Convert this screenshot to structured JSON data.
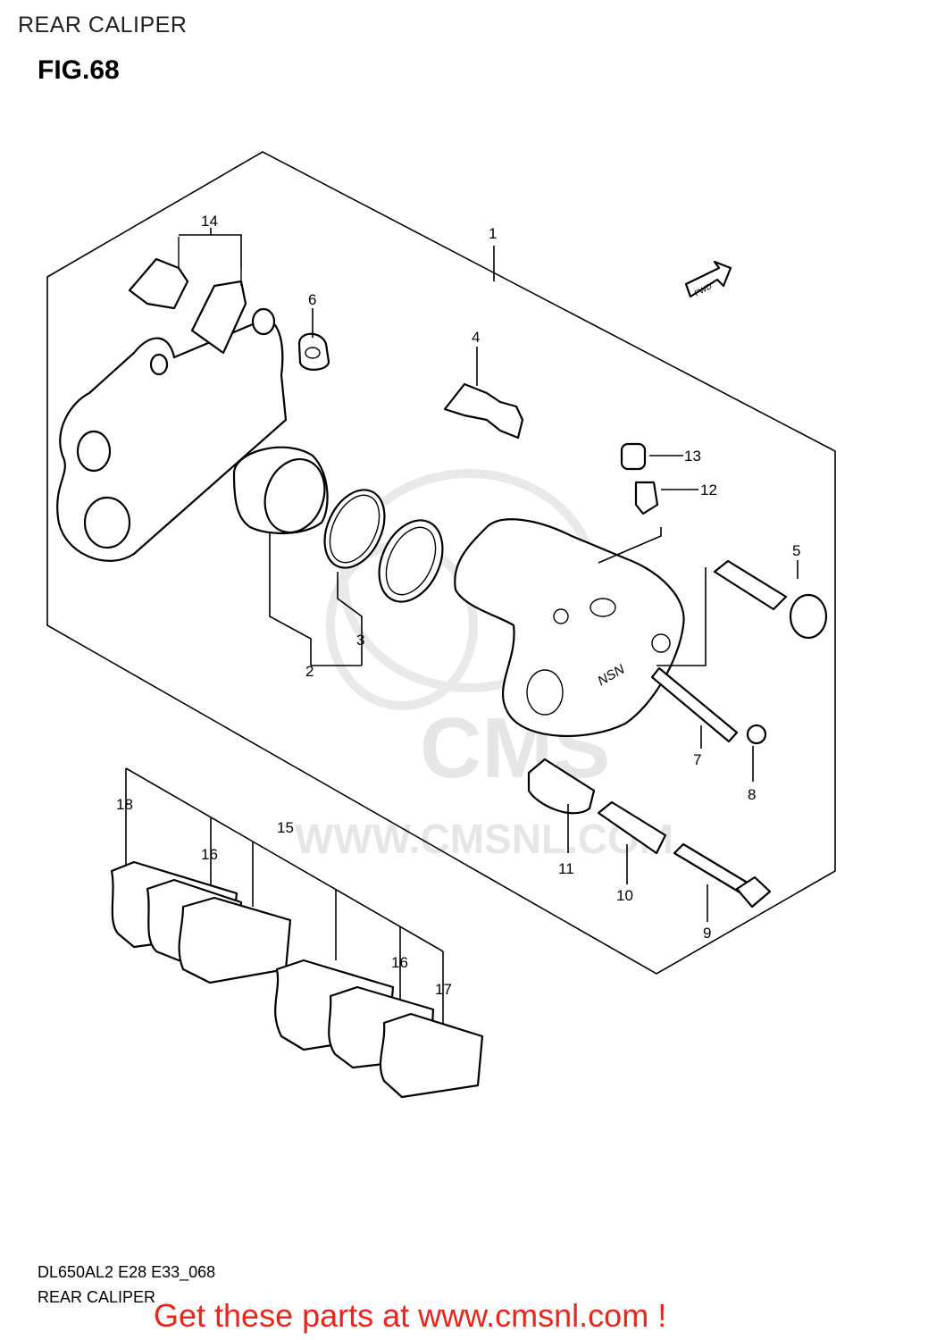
{
  "page_title": "REAR CALIPER",
  "figure": "FIG.68",
  "direction_badge": "FWD",
  "caliper_brand": "NSN",
  "watermark": {
    "logo": "CMS",
    "url": "WWW.CMSNL.COM"
  },
  "callouts": [
    "1",
    "2",
    "3",
    "4",
    "5",
    "6",
    "7",
    "8",
    "9",
    "10",
    "11",
    "12",
    "13",
    "14",
    "15",
    "16",
    "16",
    "17",
    "18"
  ],
  "footer": {
    "model_code": "DL650AL2 E28 E33_068",
    "section_name": "REAR CALIPER"
  },
  "cta": "Get these parts at www.cmsnl.com !",
  "colors": {
    "cta": "#e8261c",
    "watermark": "#e6e6e6"
  }
}
